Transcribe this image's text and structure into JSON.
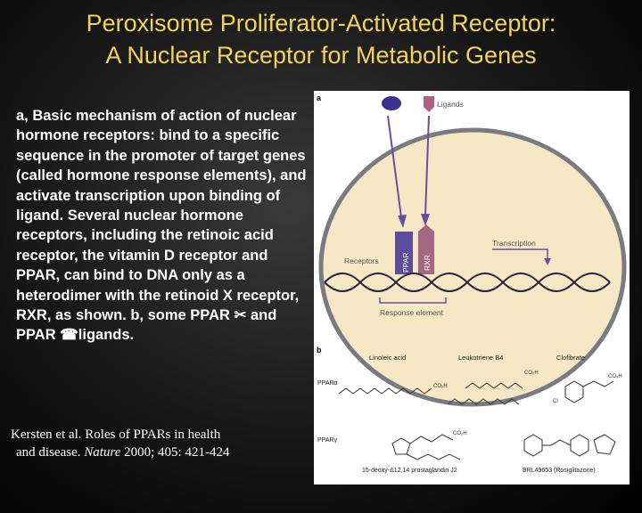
{
  "slide": {
    "title_line1": "Peroxisome Proliferator-Activated Receptor:",
    "title_line2": "A Nuclear Receptor for Metabolic Genes"
  },
  "description": {
    "main": "a, Basic mechanism of action of nuclear hormone receptors: bind to a specific sequence in the promoter of target genes (called hormone response elements), and activate transcription upon binding of ligand. Several nuclear hormone receptors, including the retinoic acid receptor, the vitamin D receptor and PPAR, can bind to DNA only as a heterodimer with the retinoid X receptor, RXR, as shown. b, some PPAR",
    "symbol1": "✂",
    "middle": "and PPAR",
    "symbol2": "☎",
    "end": "ligands."
  },
  "citation": {
    "line1": "Kersten et al.  Roles of PPARs in health",
    "line2_prefix": "and disease.",
    "journal": "Nature",
    "line2_suffix": "2000; 405: 421-424"
  },
  "figure": {
    "panel_a": "a",
    "panel_b": "b",
    "ligands_label": "Ligands",
    "receptors_label": "Receptors",
    "ppar_label": "PPAR",
    "rxr_label": "RXR",
    "transcription_label": "Transcription",
    "response_element_label": "Response element",
    "linoleic_acid": "Linoleic acid",
    "leukotriene_b4": "Leukotriene B4",
    "clofibrate": "Clofibrate",
    "ppar_alpha": "PPARα",
    "ppar_gamma": "PPARγ",
    "prostaglandin": "15-deoxy-Δ12,14 prostaglandin J2",
    "brl": "BRL49653 (Rosiglitazone)",
    "colors": {
      "cell_fill": "#f6e7c5",
      "cell_stroke": "#7a7a82",
      "ligand_ellipse": "#3b3190",
      "ligand_tag": "#b06080",
      "ppar_box": "#5a4e9a",
      "rxr_box": "#a26782",
      "title_color": "#f2d35a"
    }
  }
}
